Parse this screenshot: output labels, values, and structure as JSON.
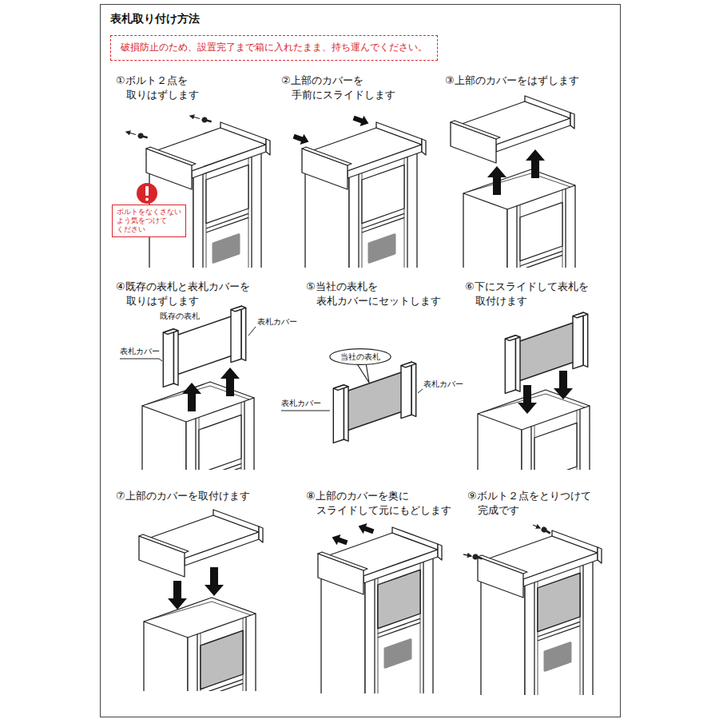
{
  "diagram": {
    "title": "表札取り付け方法",
    "nodes": [
      {
        "text": [
          "破損防止のため、設置完了まで箱に入れたまま、持ち運んでください。"
        ]
      },
      {
        "text": [
          "ボルトをなくさない よう気をつけて ください"
        ]
      },
      {
        "text": [
          "当社の表札"
        ]
      }
    ],
    "labels": [
      "①ボルト２点を 取りはずします",
      "②上部のカバーを 手前にスライドします",
      "③上部のカバーをはずします",
      "④既存の表札と表札カバーを 取りはずします",
      "既存の表札",
      "表札カバー",
      "表札カバー",
      "⑤当社の表札を 表札カバーにセットします",
      "表札カバー",
      "表札カバー",
      "⑥下にスライドして表札を 取付けます",
      "⑦上部のカバーを取付けます",
      "⑧上部のカバーを奥に スライドして元にもどします",
      "⑨ボルト２点をとりつけて 完成です"
    ]
  }
}
